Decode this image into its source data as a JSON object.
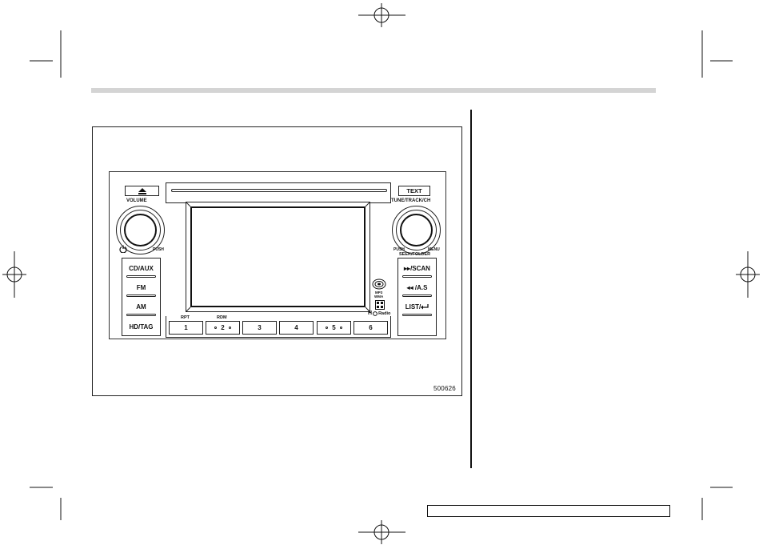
{
  "figure": {
    "id": "500626"
  },
  "radio": {
    "eject_icon": "eject-icon",
    "power_icon": "power-icon",
    "volume_label": "VOLUME",
    "push_label_left": "PUSH",
    "text_button": "TEXT",
    "tune_label": "TUNE/TRACK/CH",
    "push_label_right": "PUSH",
    "menu_label": "MENU",
    "seek_label": "SEEK/FOLDER",
    "source_buttons": [
      "CD/AUX",
      "FM",
      "AM",
      "HD/TAG"
    ],
    "right_buttons": [
      "▸▸/SCAN",
      "◂◂ /A.S",
      "LIST/"
    ],
    "return_icon": "return-icon",
    "rpt_label": "RPT",
    "rdm_label": "RDM",
    "presets": [
      "1",
      "2",
      "3",
      "4",
      "5",
      "6"
    ],
    "logos": {
      "mp3": "MP3",
      "wma": "WMA",
      "hd_radio": "Radio"
    }
  }
}
